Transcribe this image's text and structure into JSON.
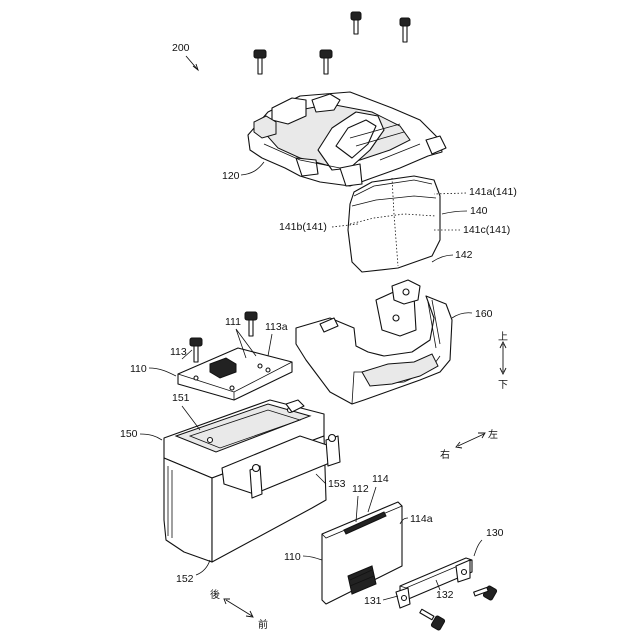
{
  "figure_ref": "200",
  "labels": {
    "l120": "120",
    "l141a": "141a(141)",
    "l140": "140",
    "l141b": "141b(141)",
    "l141c": "141c(141)",
    "l142": "142",
    "l160": "160",
    "l111": "111",
    "l113a": "113a",
    "l113": "113",
    "l110_top": "110",
    "l151": "151",
    "l150": "150",
    "l153": "153",
    "l152": "152",
    "l114": "114",
    "l112": "112",
    "l114a": "114a",
    "l110_bottom": "110",
    "l130": "130",
    "l131": "131",
    "l132": "132"
  },
  "directions": {
    "up": "上",
    "down": "下",
    "right": "右",
    "left": "左",
    "rear": "後",
    "front": "前"
  }
}
